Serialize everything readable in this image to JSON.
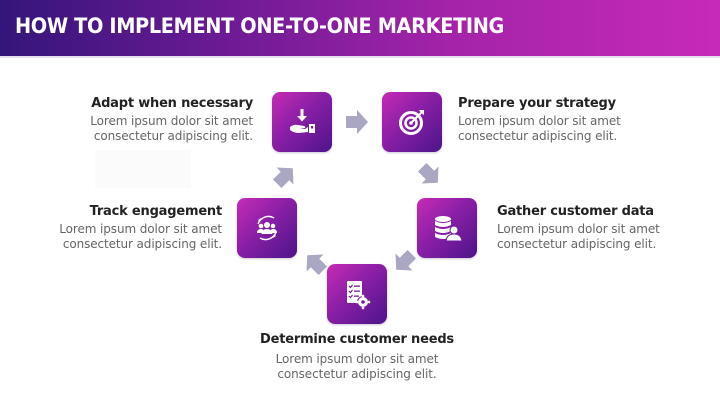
{
  "slide": {
    "title": "HOW TO IMPLEMENT ONE-TO-ONE MARKETING",
    "colors": {
      "header_start": "#34157a",
      "header_end": "#c72ab8",
      "box_start": "#c62bb5",
      "box_end": "#4c148a",
      "arrow": "#a9a7c1",
      "heading_text": "#222222",
      "body_text": "#666666"
    }
  },
  "steps": [
    {
      "id": "prepare",
      "title": "Prepare your strategy",
      "text_line1": "Lorem ipsum dolor sit amet",
      "text_line2": "consectetur adipiscing elit.",
      "icon": "target-icon"
    },
    {
      "id": "gather",
      "title": "Gather customer data",
      "text_line1": "Lorem ipsum dolor sit amet",
      "text_line2": "consectetur adipiscing elit.",
      "icon": "database-user-icon"
    },
    {
      "id": "determine",
      "title": "Determine customer needs",
      "text_line1": "Lorem ipsum dolor sit amet",
      "text_line2": "consectetur adipiscing elit.",
      "icon": "checklist-gear-icon"
    },
    {
      "id": "track",
      "title": "Track engagement",
      "text_line1": "Lorem ipsum dolor sit amet",
      "text_line2": "consectetur adipiscing elit.",
      "icon": "group-cycle-icon"
    },
    {
      "id": "adapt",
      "title": "Adapt when necessary",
      "text_line1": "Lorem ipsum dolor sit amet",
      "text_line2": "consectetur adipiscing elit.",
      "icon": "hand-receive-icon"
    }
  ],
  "flow": [
    "adapt",
    "prepare",
    "gather",
    "determine",
    "track",
    "adapt"
  ]
}
